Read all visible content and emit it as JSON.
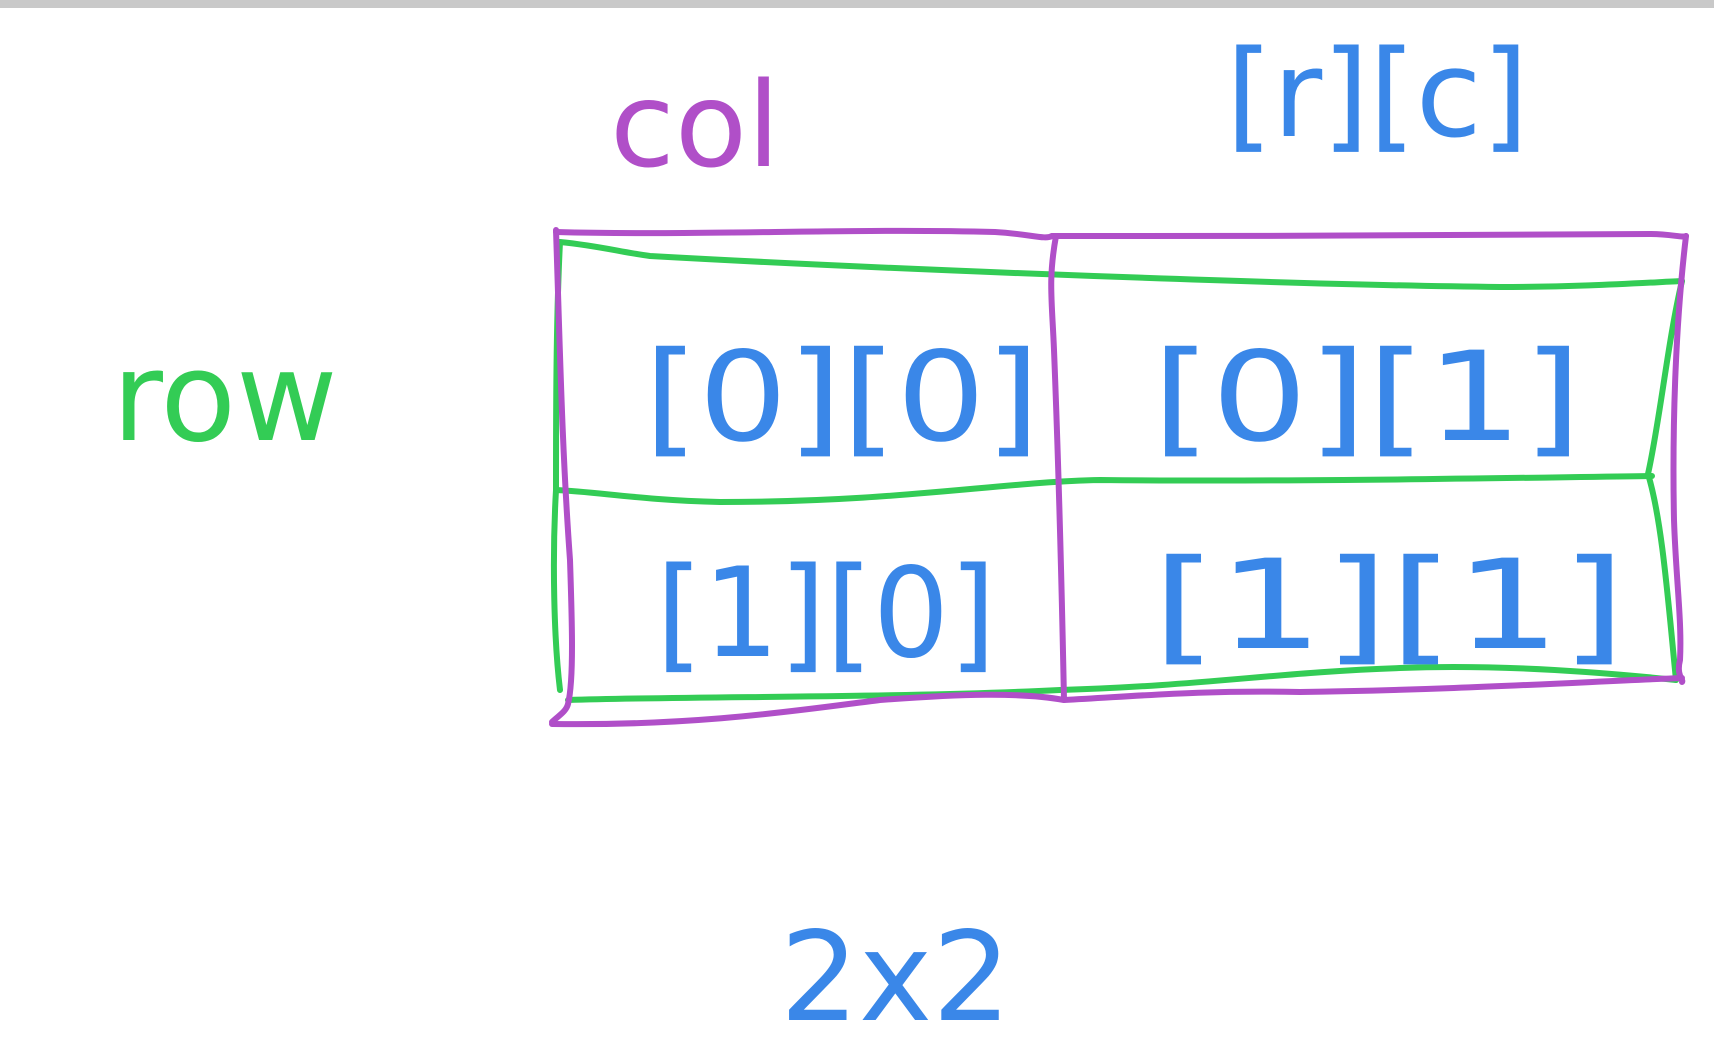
{
  "colors": {
    "row_ink": "#33cc55",
    "col_ink": "#b04fc8",
    "index_ink": "#3a87e8",
    "top_bar": "#c9c9c9",
    "background": "#ffffff"
  },
  "labels": {
    "row": "row",
    "col": "col",
    "notation": "[r][c]",
    "dimensions": "2x2"
  },
  "cells": [
    {
      "text": "[0][0]"
    },
    {
      "text": "[0][1]"
    },
    {
      "text": "[1][0]"
    },
    {
      "text": "[1][1]"
    }
  ]
}
